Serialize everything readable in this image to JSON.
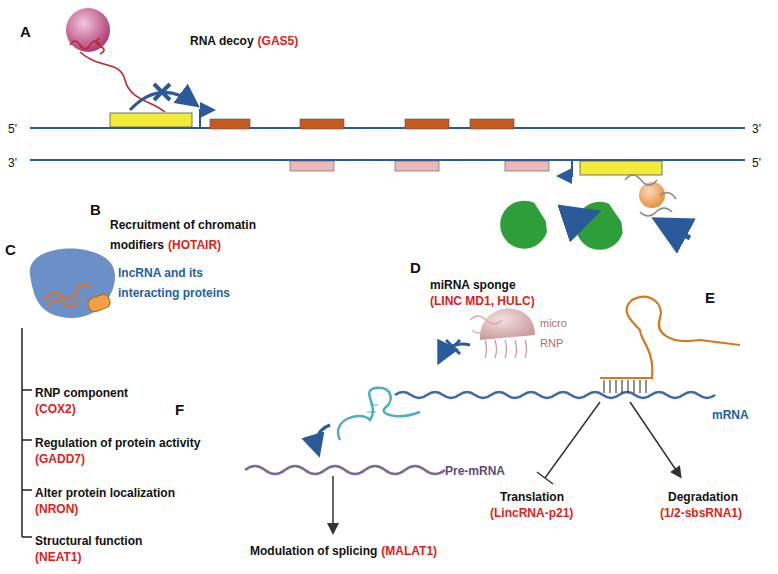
{
  "diagram": {
    "labels": [
      "A",
      "RNA decoy",
      "(GAS5)",
      "5'",
      "3'",
      "3'",
      "5'",
      "B",
      "Recruitment of chromatin modifiers",
      "(HOTAIR)",
      "C",
      "lncRNA and its interacting proteins",
      "RNP component",
      "(COX2)",
      "Regulation of protein activity",
      "(GADD7)",
      "Alter protein localization",
      "(NRON)",
      "Structural function",
      "(NEAT1)",
      "D",
      "miRNA sponge",
      "(LINC MD1, HULC)",
      "micro RNP",
      "E",
      "mRNA",
      "Translation",
      "(LincRNA-p21)",
      "Degradation",
      "(1/2-sbsRNA1)",
      "F",
      "Pre-mRNA",
      "Modulation of splicing",
      "(MALAT1)"
    ]
  }
}
